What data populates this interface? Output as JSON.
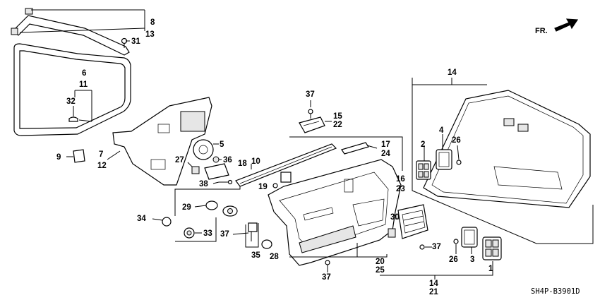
{
  "diagram": {
    "code": "SH4P-B3901D",
    "direction_label": "FR.",
    "callouts": {
      "c1": "1",
      "c2": "2",
      "c3": "3",
      "c4": "4",
      "c5": "5",
      "c6": "6",
      "c7": "7",
      "c8": "8",
      "c9": "9",
      "c10": "10",
      "c11": "11",
      "c12": "12",
      "c13": "13",
      "c14": "14",
      "c15": "15",
      "c16": "16",
      "c17": "17",
      "c18": "18",
      "c19": "19",
      "c20": "20",
      "c21": "21",
      "c22": "22",
      "c23": "23",
      "c24": "24",
      "c25": "25",
      "c26": "26",
      "c27": "27",
      "c28": "28",
      "c29": "29",
      "c30": "30",
      "c31": "31",
      "c32": "32",
      "c33": "33",
      "c34": "34",
      "c35": "35",
      "c36": "36",
      "c37": "37",
      "c38": "38"
    }
  }
}
